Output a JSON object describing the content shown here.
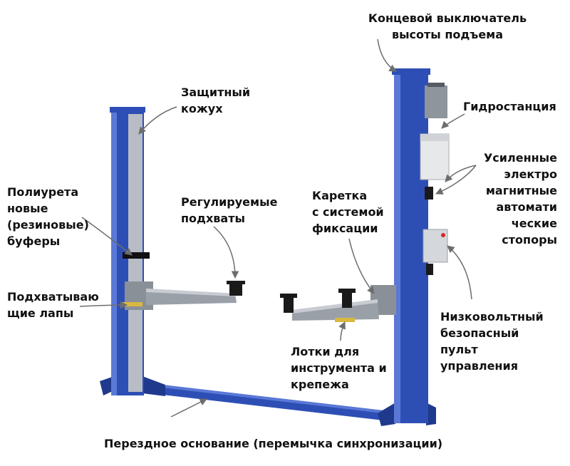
{
  "colors": {
    "column_blue": "#2d4fb5",
    "column_dark": "#1f3a8c",
    "column_light": "#5a78d6",
    "arm_gray": "#9aa0a8",
    "arrow": "#6d6d6d",
    "text": "#111111"
  },
  "labels": {
    "limit_switch": [
      "Концевой выключатель",
      "высоты подъема"
    ],
    "protective_cover": [
      "Защитный",
      "кожух"
    ],
    "hydraulic_station": [
      "Гидростанция"
    ],
    "magnetic_stoppers": [
      "Усиленные",
      "электро",
      "магнитные",
      "автомати",
      "ческие",
      "стопоры"
    ],
    "polyurethane_buffers": [
      "Полиурета",
      "новые",
      "(резиновые)",
      "буферы"
    ],
    "adjustable_pads": [
      "Регулируемые",
      "подхваты"
    ],
    "carriage": [
      "Каретка",
      "с системой",
      "фиксации"
    ],
    "lifting_arms": [
      "Подхватываю",
      "щие лапы"
    ],
    "control_panel": [
      "Низковольтный",
      "безопасный",
      "пульт",
      "управления"
    ],
    "tool_trays": [
      "Лотки для",
      "инструмента и",
      "крепежа"
    ],
    "base": [
      "Перездное основание (перемычка синхронизации)"
    ]
  }
}
